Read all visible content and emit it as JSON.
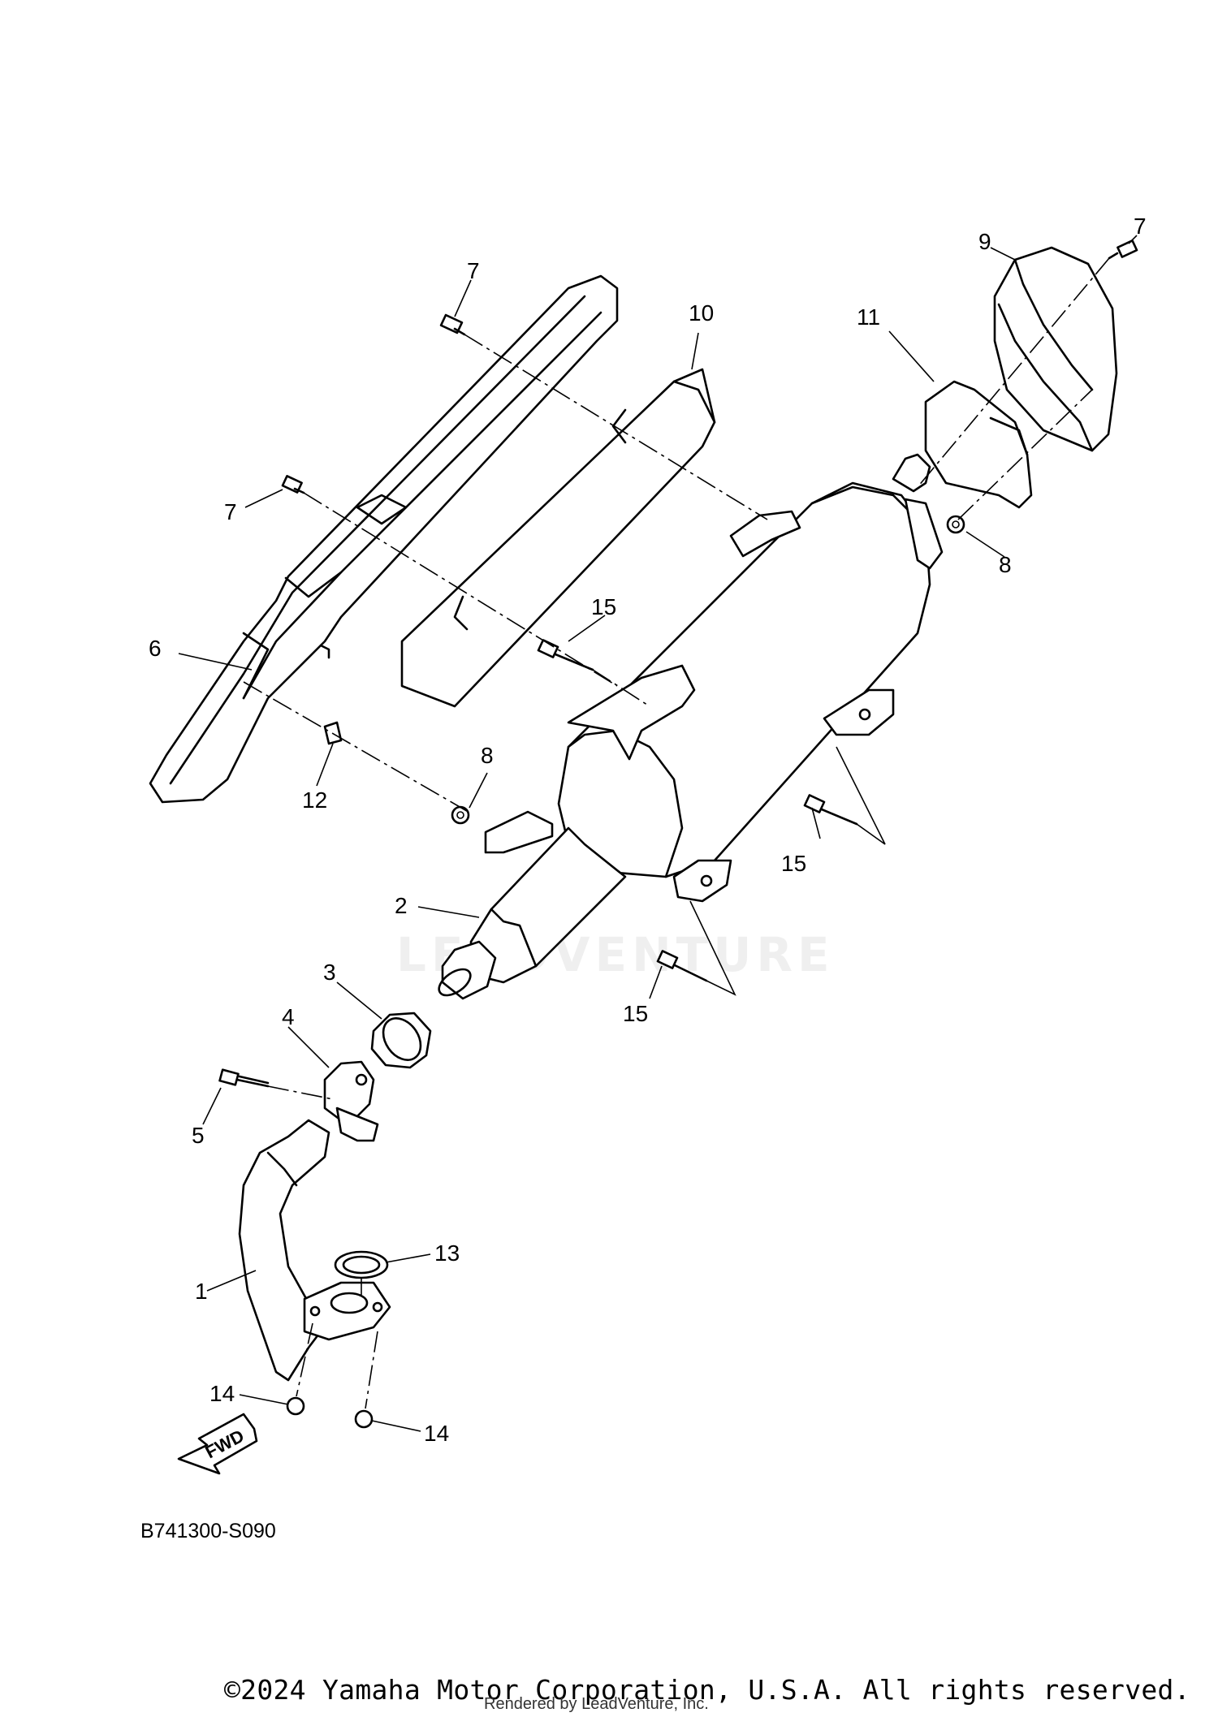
{
  "diagram": {
    "code": "B741300-S090",
    "direction_label": "FWD",
    "watermark": "LEADVENTURE",
    "callouts": [
      {
        "id": "c1",
        "text": "1"
      },
      {
        "id": "c2",
        "text": "2"
      },
      {
        "id": "c3",
        "text": "3"
      },
      {
        "id": "c4",
        "text": "4"
      },
      {
        "id": "c5",
        "text": "5"
      },
      {
        "id": "c6",
        "text": "6"
      },
      {
        "id": "c7a",
        "text": "7"
      },
      {
        "id": "c7b",
        "text": "7"
      },
      {
        "id": "c7c",
        "text": "7"
      },
      {
        "id": "c8a",
        "text": "8"
      },
      {
        "id": "c8b",
        "text": "8"
      },
      {
        "id": "c9",
        "text": "9"
      },
      {
        "id": "c10",
        "text": "10"
      },
      {
        "id": "c11",
        "text": "11"
      },
      {
        "id": "c12",
        "text": "12"
      },
      {
        "id": "c13",
        "text": "13"
      },
      {
        "id": "c14a",
        "text": "14"
      },
      {
        "id": "c14b",
        "text": "14"
      },
      {
        "id": "c15a",
        "text": "15"
      },
      {
        "id": "c15b",
        "text": "15"
      },
      {
        "id": "c15c",
        "text": "15"
      }
    ]
  },
  "footer": {
    "copyright": "©2024 Yamaha Motor Corporation, U.S.A. All rights reserved.",
    "rendered_by": "Rendered by LeadVenture, Inc."
  }
}
